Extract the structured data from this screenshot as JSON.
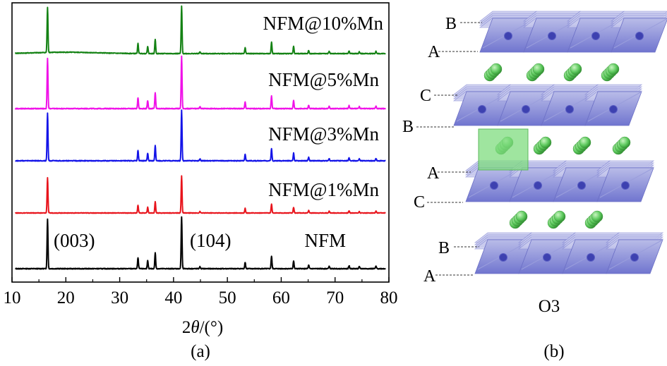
{
  "chart_data": {
    "type": "line",
    "xlabel_prefix": "2",
    "xlabel_symbol": "θ",
    "xlabel_suffix": "/(°)",
    "xlim": [
      10,
      80
    ],
    "xticks": [
      "10",
      "20",
      "30",
      "40",
      "50",
      "60",
      "70",
      "80"
    ],
    "panel_label": "(a)",
    "peaks": [
      {
        "x": 16.6,
        "h": 1.0
      },
      {
        "x": 33.4,
        "h": 0.22
      },
      {
        "x": 35.2,
        "h": 0.16
      },
      {
        "x": 36.6,
        "h": 0.32
      },
      {
        "x": 41.5,
        "h": 1.05
      },
      {
        "x": 44.9,
        "h": 0.04
      },
      {
        "x": 53.3,
        "h": 0.13
      },
      {
        "x": 58.2,
        "h": 0.25
      },
      {
        "x": 62.3,
        "h": 0.16
      },
      {
        "x": 65.1,
        "h": 0.07
      },
      {
        "x": 68.9,
        "h": 0.05
      },
      {
        "x": 72.6,
        "h": 0.06
      },
      {
        "x": 74.5,
        "h": 0.04
      },
      {
        "x": 77.6,
        "h": 0.05
      }
    ],
    "series": [
      {
        "name": "NFM",
        "color": "#000000",
        "offset": 0
      },
      {
        "name": "NFM@1%Mn",
        "color": "#e8141c",
        "offset": 1
      },
      {
        "name": "NFM@3%Mn",
        "color": "#1414e8",
        "offset": 2
      },
      {
        "name": "NFM@5%Mn",
        "color": "#f012e8",
        "offset": 3
      },
      {
        "name": "NFM@10%Mn",
        "color": "#148214",
        "offset": 4
      }
    ],
    "annotations": [
      "(003)",
      "(104)"
    ]
  },
  "structure": {
    "panel_label": "(b)",
    "name": "O3",
    "layer_labels": [
      "B",
      "A",
      "C",
      "B",
      "A",
      "C",
      "B",
      "A"
    ],
    "colors": {
      "slab": "#7b7fd6",
      "slab_dark": "#4b4fb0",
      "ion": "#5cc85c",
      "prism": "#7fdc7f"
    }
  }
}
